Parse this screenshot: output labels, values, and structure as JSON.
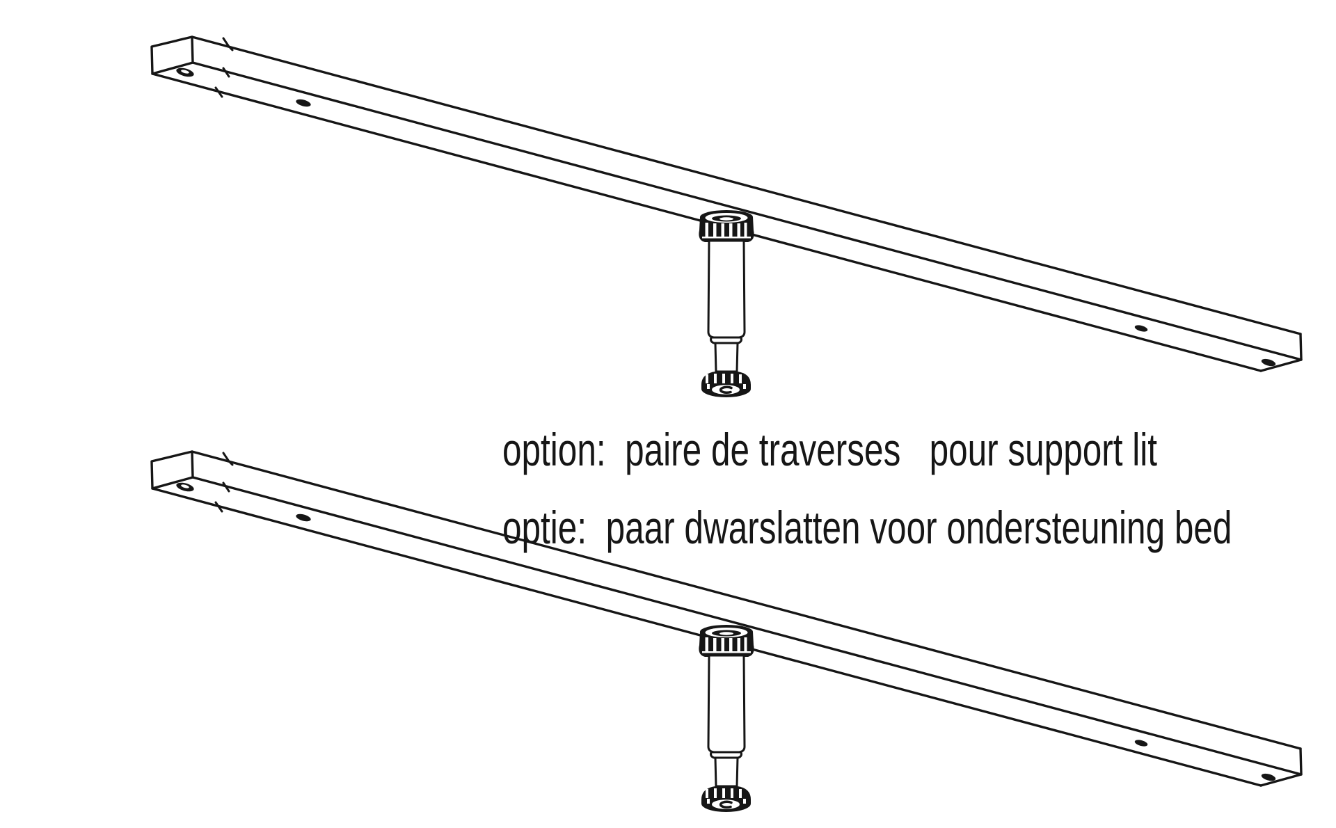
{
  "colors": {
    "background": "#ffffff",
    "ink": "#161616"
  },
  "caption": {
    "line1": "option:  paire de traverses   pour support lit",
    "line2": "optie:  paar dwarslatten voor ondersteuning bed"
  },
  "diagram": {
    "description_top": "traverse-beam-with-center-adjustable-leg",
    "description_bottom": "traverse-beam-with-center-adjustable-leg"
  }
}
